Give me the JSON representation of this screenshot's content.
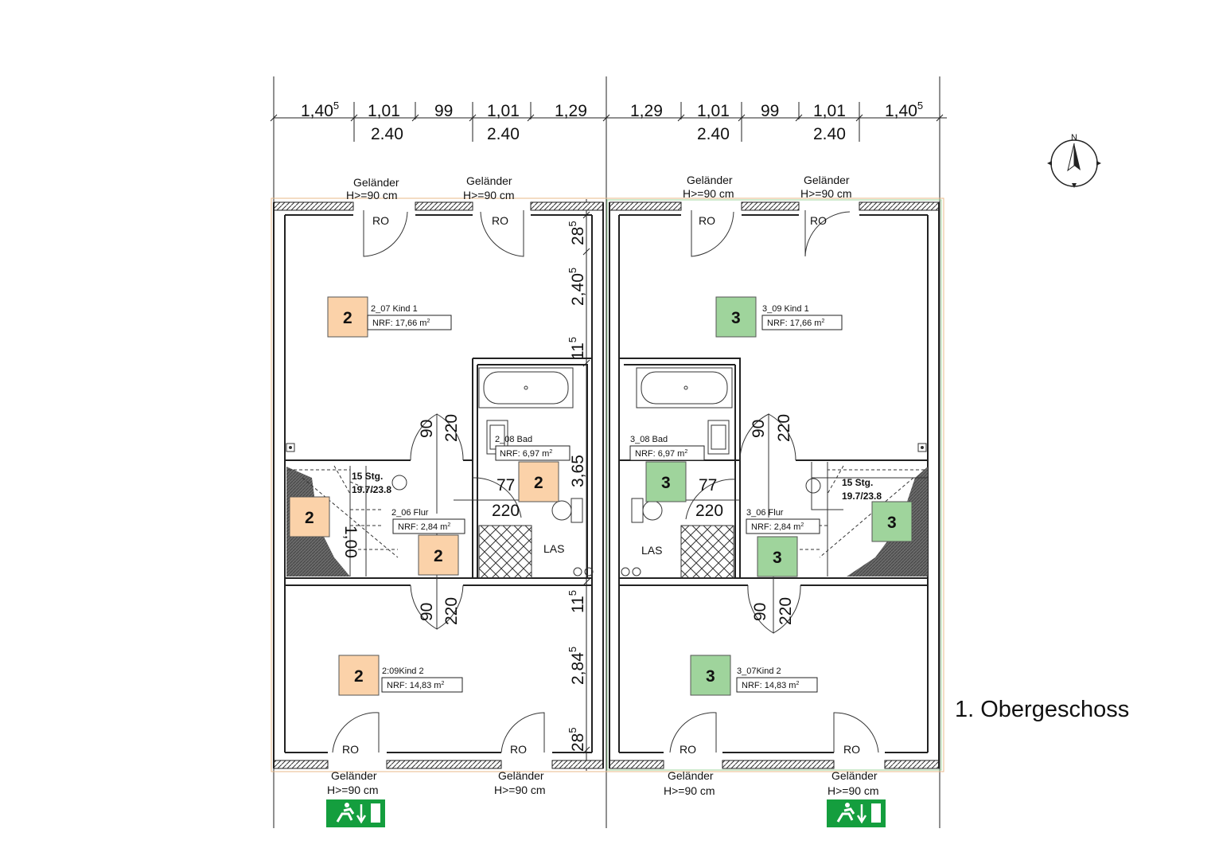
{
  "title": "1. Obergeschoss",
  "colors": {
    "unit2": "#fbd2a9",
    "unit3": "#9fd49c",
    "exit_sign": "#149e3e"
  },
  "icons": [
    "north-arrow-icon",
    "emergency-exit-icon",
    "bathtub-icon",
    "washbasin-icon",
    "toilet-icon",
    "shower-icon"
  ],
  "dimensions": {
    "left": {
      "top": [
        "1,40",
        "1,01",
        "99",
        "1,01",
        "1,29"
      ],
      "top_sup": "5",
      "bottom": [
        "2.40",
        "2.40"
      ]
    },
    "right": {
      "top": [
        "1,29",
        "1,01",
        "99",
        "1,01",
        "1,40"
      ],
      "top_sup": "5",
      "bottom": [
        "2.40",
        "2.40"
      ]
    },
    "vertical": {
      "d1": "28",
      "d1_sup": "5",
      "d2": "2,40",
      "d2_sup": "5",
      "d3": "11",
      "d3_sup": "5",
      "d4": "3,65",
      "d5": "11",
      "d5_sup": "5",
      "d6": "2,84",
      "d6_sup": "5",
      "d7": "28",
      "d7_sup": "5"
    }
  },
  "railings": {
    "label": "Geländer",
    "height": "H>=90 cm"
  },
  "window_label": "RO",
  "utility_label": "LAS",
  "door_dims": {
    "w90": "90",
    "h220": "220",
    "w77": "77",
    "h220b": "220"
  },
  "stairs": {
    "steps": "15 Stg.",
    "ratio": "19.7/23.8",
    "width": "1,00"
  },
  "units": [
    {
      "number": "2",
      "rooms": [
        {
          "name": "2_07 Kind 1",
          "nrf": "NRF: 17,66 m",
          "unit": "2"
        },
        {
          "name": "2_08 Bad",
          "nrf": "NRF: 6,97 m",
          "unit": "2"
        },
        {
          "name": "2_06 Flur",
          "nrf": "NRF: 2,84 m",
          "unit": "2"
        },
        {
          "name": "2:09Kind 2",
          "nrf": "NRF: 14,83 m",
          "unit": "2"
        }
      ]
    },
    {
      "number": "3",
      "rooms": [
        {
          "name": "3_09 Kind 1",
          "nrf": "NRF: 17,66 m",
          "unit": "3"
        },
        {
          "name": "3_08 Bad",
          "nrf": "NRF: 6,97 m",
          "unit": "3"
        },
        {
          "name": "3_06 Flur",
          "nrf": "NRF: 2,84 m",
          "unit": "3"
        },
        {
          "name": "3_07Kind 2",
          "nrf": "NRF: 14,83 m",
          "unit": "3"
        }
      ]
    }
  ],
  "area_sup": "2",
  "compass": "N"
}
